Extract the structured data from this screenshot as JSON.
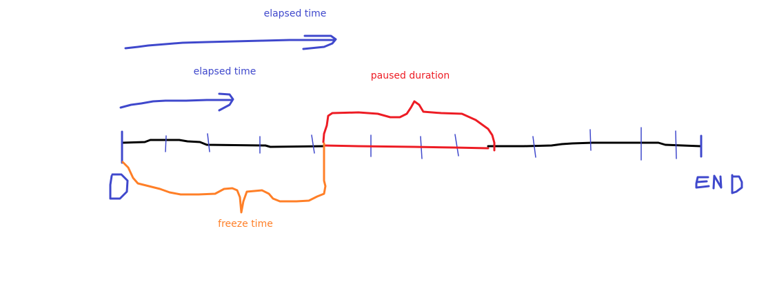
{
  "labels": {
    "elapsed_time_top": "elapsed time",
    "elapsed_time_lower": "elapsed time",
    "paused_duration": "paused duration",
    "freeze_time": "freeze time"
  },
  "handwritten": {
    "start": "0",
    "end": "END"
  },
  "colors": {
    "blue": "#3f48cc",
    "red": "#ed1c24",
    "orange": "#ff7f27",
    "black": "#000000"
  }
}
